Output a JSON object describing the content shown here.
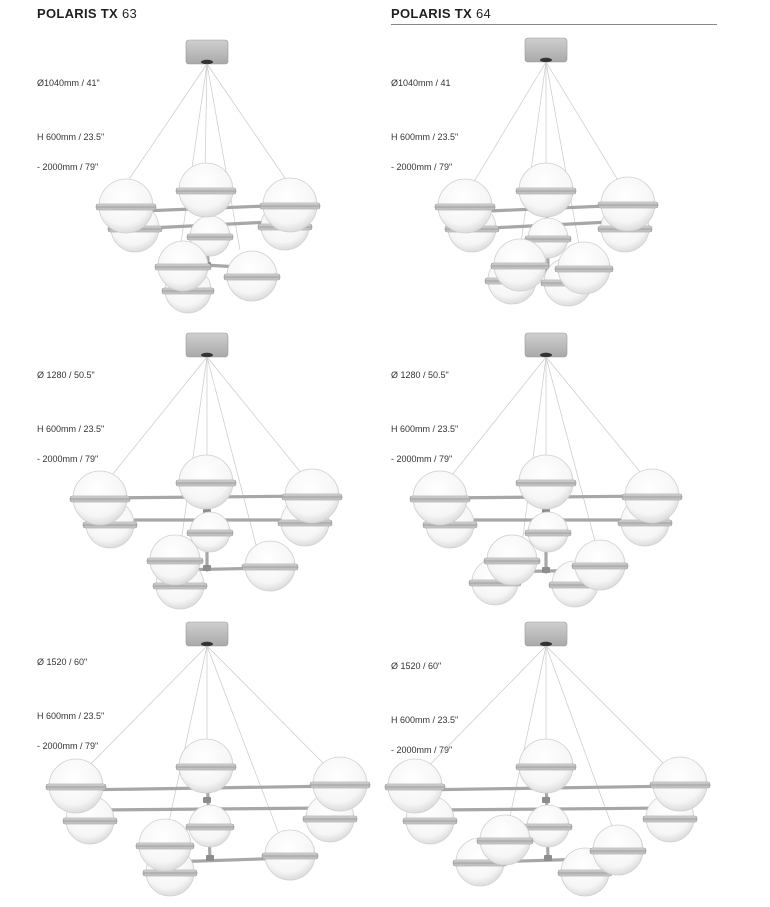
{
  "columns": [
    {
      "name": "POLARIS TX",
      "number": "63"
    },
    {
      "name": "POLARIS TX",
      "number": "64"
    }
  ],
  "specs": [
    {
      "diameter": "Ø1040mm / 41\"",
      "height": "H 600mm / 23.5\"",
      "range": "- 2000mm / 79\""
    },
    {
      "diameter": "Ø1040mm / 41",
      "height": "H 600mm / 23.5\"",
      "range": "- 2000mm / 79\""
    },
    {
      "diameter": "Ø 1280 / 50.5\"",
      "height": "H 600mm / 23.5\"",
      "range": "- 2000mm / 79\""
    },
    {
      "diameter": "Ø 1280 / 50.5\"",
      "height": "H 600mm / 23.5\"",
      "range": "- 2000mm / 79\""
    },
    {
      "diameter": "Ø 1520 / 60\"",
      "height": "H 600mm / 23.5\"",
      "range": "- 2000mm / 79\""
    },
    {
      "diameter": "Ø 1520 / 60\"",
      "height": "H 600mm / 23.5\"",
      "range": "- 2000mm / 79\""
    }
  ],
  "colors": {
    "metal": "#b9b9b9",
    "globe": "#fafafa",
    "text": "#1f1f1f"
  }
}
